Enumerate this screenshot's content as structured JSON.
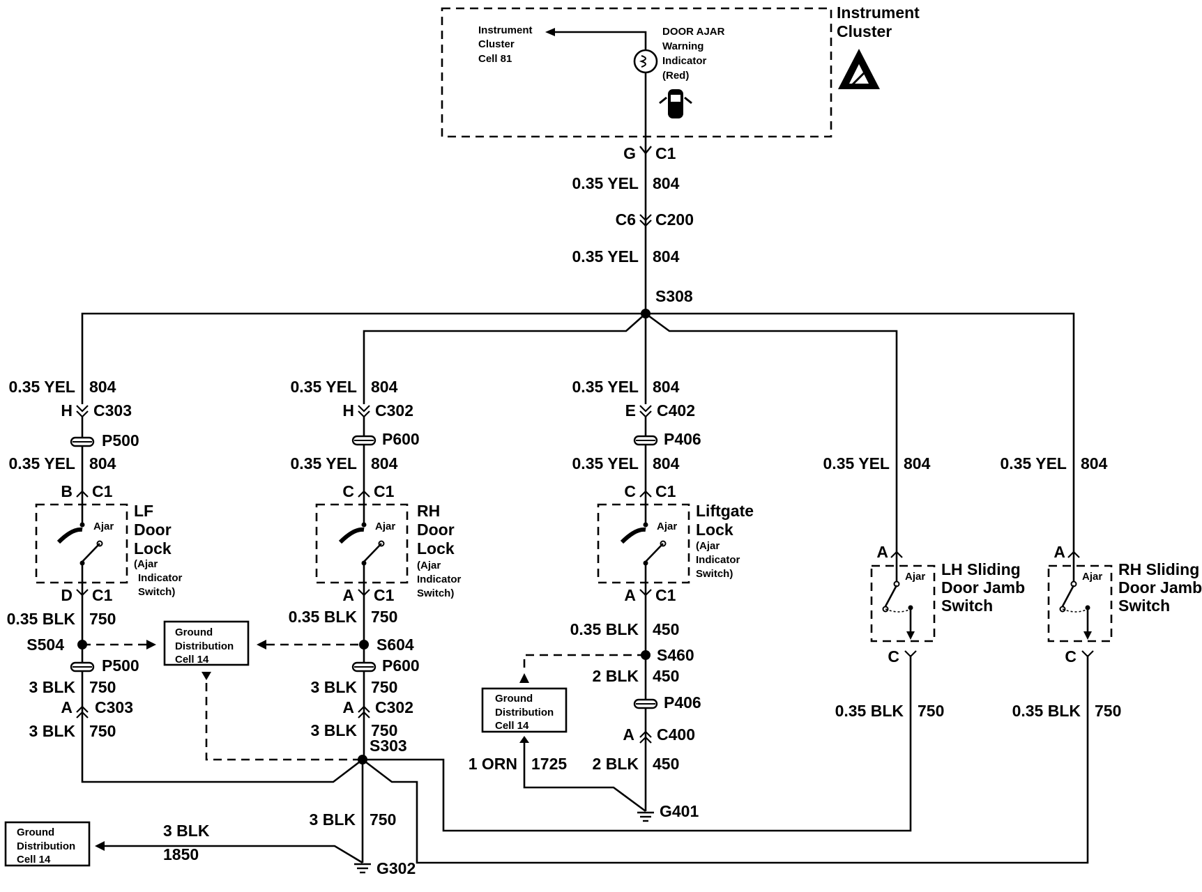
{
  "instrument_cluster": {
    "title_line1": "Instrument",
    "title_line2": "Cluster",
    "ref_line1": "Instrument",
    "ref_line2": "Cluster",
    "ref_line3": "Cell 81",
    "indicator_line1": "DOOR AJAR",
    "indicator_line2": "Warning",
    "indicator_line3": "Indicator",
    "indicator_line4": "(Red)"
  },
  "main_feed": {
    "c1_pin": "G",
    "c1_name": "C1",
    "wire1_gauge": "0.35 YEL",
    "wire1_circuit": "804",
    "c200_pin": "C6",
    "c200_name": "C200",
    "wire2_gauge": "0.35 YEL",
    "wire2_circuit": "804",
    "splice": "S308"
  },
  "lf_door": {
    "wire_a_gauge": "0.35 YEL",
    "wire_a_circuit": "804",
    "conn1_pin": "H",
    "conn1_name": "C303",
    "passthru1": "P500",
    "wire_b_gauge": "0.35 YEL",
    "wire_b_circuit": "804",
    "sw_in_pin": "B",
    "sw_in_conn": "C1",
    "switch_label_line1": "LF",
    "switch_label_line2": "Door",
    "switch_label_line3": "Lock",
    "switch_label_line4": "(Ajar",
    "switch_label_line5": "Indicator",
    "switch_label_line6": "Switch)",
    "ajar": "Ajar",
    "sw_out_pin": "D",
    "sw_out_conn": "C1",
    "wire_c_gauge": "0.35 BLK",
    "wire_c_circuit": "750",
    "splice": "S504",
    "passthru2": "P500",
    "wire_d_gauge": "3 BLK",
    "wire_d_circuit": "750",
    "conn2_pin": "A",
    "conn2_name": "C303",
    "wire_e_gauge": "3 BLK",
    "wire_e_circuit": "750"
  },
  "rh_door": {
    "wire_a_gauge": "0.35 YEL",
    "wire_a_circuit": "804",
    "conn1_pin": "H",
    "conn1_name": "C302",
    "passthru1": "P600",
    "wire_b_gauge": "0.35 YEL",
    "wire_b_circuit": "804",
    "sw_in_pin": "C",
    "sw_in_conn": "C1",
    "switch_label_line1": "RH",
    "switch_label_line2": "Door",
    "switch_label_line3": "Lock",
    "switch_label_line4": "(Ajar",
    "switch_label_line5": "Indicator",
    "switch_label_line6": "Switch)",
    "ajar": "Ajar",
    "sw_out_pin": "A",
    "sw_out_conn": "C1",
    "wire_c_gauge": "0.35 BLK",
    "wire_c_circuit": "750",
    "splice": "S604",
    "passthru2": "P600",
    "wire_d_gauge": "3 BLK",
    "wire_d_circuit": "750",
    "conn2_pin": "A",
    "conn2_name": "C302",
    "wire_e_gauge": "3 BLK",
    "wire_e_circuit": "750",
    "splice2": "S303"
  },
  "liftgate": {
    "wire_a_gauge": "0.35 YEL",
    "wire_a_circuit": "804",
    "conn1_pin": "E",
    "conn1_name": "C402",
    "passthru1": "P406",
    "wire_b_gauge": "0.35 YEL",
    "wire_b_circuit": "804",
    "sw_in_pin": "C",
    "sw_in_conn": "C1",
    "switch_label_line1": "Liftgate",
    "switch_label_line2": "Lock",
    "switch_label_line3": "(Ajar",
    "switch_label_line4": "Indicator",
    "switch_label_line5": "Switch)",
    "ajar": "Ajar",
    "sw_out_pin": "A",
    "sw_out_conn": "C1",
    "wire_c_gauge": "0.35 BLK",
    "wire_c_circuit": "450",
    "splice": "S460",
    "wire_d_gauge": "2 BLK",
    "wire_d_circuit": "450",
    "passthru2": "P406",
    "conn2_pin": "A",
    "conn2_name": "C400",
    "wire_e_gauge": "2 BLK",
    "wire_e_circuit": "450",
    "ground": "G401",
    "orn_gauge": "1 ORN",
    "orn_circuit": "1725"
  },
  "lh_sliding": {
    "wire_a_gauge": "0.35 YEL",
    "wire_a_circuit": "804",
    "in_pin": "A",
    "label_line1": "LH Sliding",
    "label_line2": "Door Jamb",
    "label_line3": "Switch",
    "ajar": "Ajar",
    "out_pin": "C",
    "wire_b_gauge": "0.35 BLK",
    "wire_b_circuit": "750"
  },
  "rh_sliding": {
    "wire_a_gauge": "0.35 YEL",
    "wire_a_circuit": "804",
    "in_pin": "A",
    "label_line1": "RH Sliding",
    "label_line2": "Door Jamb",
    "label_line3": "Switch",
    "ajar": "Ajar",
    "out_pin": "C",
    "wire_b_gauge": "0.35 BLK",
    "wire_b_circuit": "750"
  },
  "ground_g302": {
    "wire_gauge": "3 BLK",
    "wire_circuit": "750",
    "ground": "G302",
    "feed_gauge": "3 BLK",
    "feed_circuit": "1850"
  },
  "ground_dist_box": {
    "line1": "Ground",
    "line2": "Distribution",
    "line3": "Cell 14"
  }
}
